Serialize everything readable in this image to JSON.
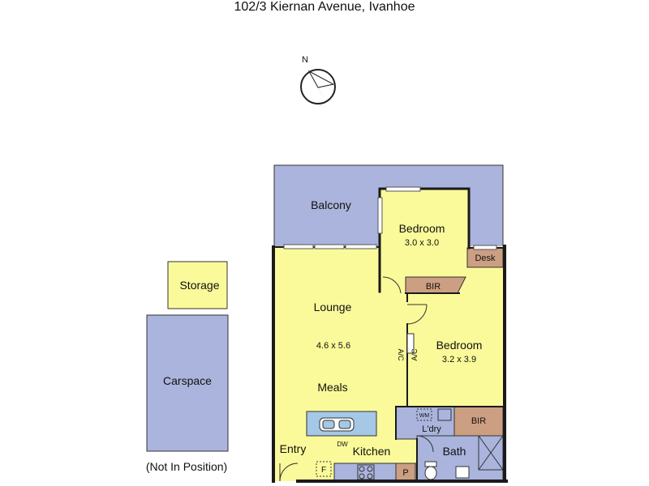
{
  "address": "102/3 Kiernan Avenue, Ivanhoe",
  "compass": {
    "label": "N"
  },
  "rooms": {
    "balcony": {
      "name": "Balcony"
    },
    "bedroom1": {
      "name": "Bedroom",
      "size": "3.0 x 3.0"
    },
    "bedroom2": {
      "name": "Bedroom",
      "size": "3.2 x 3.9"
    },
    "lounge": {
      "name": "Lounge",
      "size": "4.6 x 5.6"
    },
    "meals": {
      "name": "Meals"
    },
    "kitchen": {
      "name": "Kitchen"
    },
    "entry": {
      "name": "Entry"
    },
    "bath": {
      "name": "Bath"
    },
    "laundry": {
      "name": "L'dry"
    },
    "storage": {
      "name": "Storage"
    },
    "carspace": {
      "name": "Carspace",
      "note": "(Not In Position)"
    }
  },
  "fixtures": {
    "bir1": "BIR",
    "bir2": "BIR",
    "desk": "Desk",
    "ac_left": "A/C",
    "ac_right": "A/C",
    "dw": "DW",
    "wm": "WM",
    "fridge": "F",
    "pantry": "P"
  },
  "colors": {
    "yellow": "#fafa9a",
    "blue": "#aab4dc",
    "brown": "#cc9f82",
    "appliance": "#a5c8e6",
    "wall": "#1a1a1a"
  }
}
